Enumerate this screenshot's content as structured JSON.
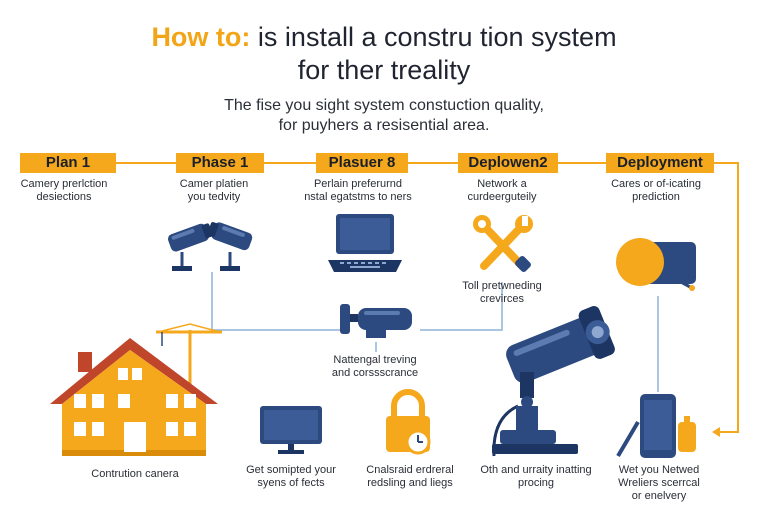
{
  "header": {
    "title_highlight": "How to:",
    "title_rest_line1": " is install a constru tion system",
    "title_line2": "for ther treality",
    "subtitle_line1": "The fise you sight system constuction quality,",
    "subtitle_line2": "for puyhers a resisential area."
  },
  "steps": [
    {
      "label": "Plan 1",
      "caption1": "Camery prerlction",
      "caption2": "desiections"
    },
    {
      "label": "Phase 1",
      "caption1": "Camer platien",
      "caption2": "you tedvity"
    },
    {
      "label": "Plasuer 8",
      "caption1": "Perlain preferurnd",
      "caption2": "nstal egatstms to ners"
    },
    {
      "label": "Deplowen2",
      "caption1": "Network a",
      "caption2": "curdeerguteily"
    },
    {
      "label": "Deployment",
      "caption1": "Cares or of-icating",
      "caption2": "prediction"
    }
  ],
  "mid_captions": {
    "tools1": "Toll pretwneding",
    "tools2": "crevirces",
    "network1": "Nattengal treving",
    "network2": "and corssscrance"
  },
  "bottom_captions": {
    "house": "Contrution canera",
    "monitor1": "Get somipted your",
    "monitor2": "syens of fects",
    "lock1": "Cnalsraid erdreral",
    "lock2": "redsling and liegs",
    "camera1": "Oth and urraity inatting",
    "camera2": "procing",
    "phone1": "Wet you Netwed",
    "phone2": "Wreliers scerrcal",
    "phone3": "or enelvery"
  },
  "colors": {
    "accent": "#f5a81c",
    "navy": "#2c4a80",
    "line": "#f5a81c",
    "connector": "#8fb3d9"
  }
}
